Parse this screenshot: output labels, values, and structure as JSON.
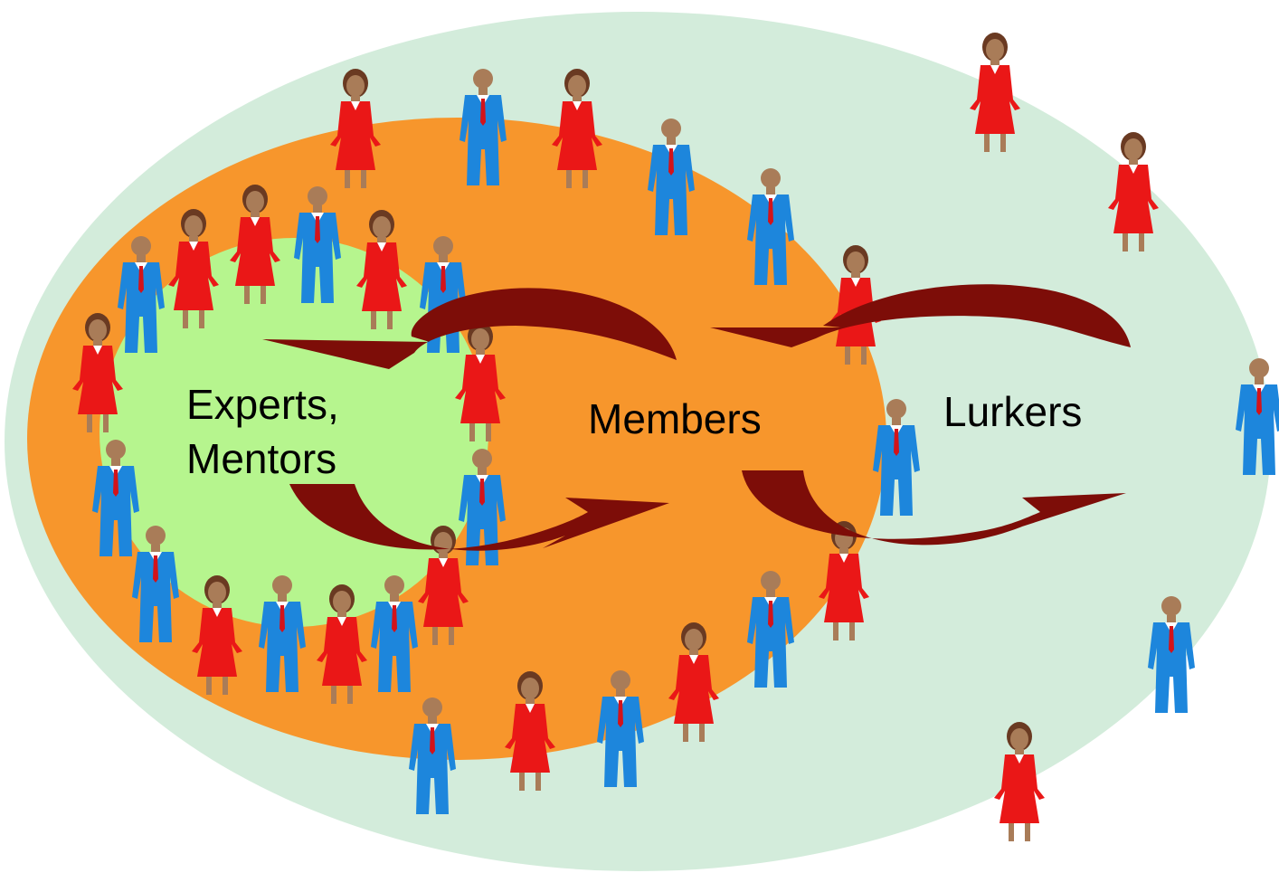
{
  "labels": {
    "experts_line1": "Experts,",
    "experts_line2": "Mentors",
    "members": "Members",
    "lurkers": "Lurkers"
  },
  "colors": {
    "outer_zone": "#d3ecdb",
    "middle_zone": "#f7962c",
    "inner_zone": "#b6f58e",
    "arrow": "#7d0d08",
    "woman_dress": "#ea1717",
    "man_suit": "#1d86dc",
    "skin": "#a97c58",
    "hair": "#6a3a22",
    "tie": "#d3131a"
  },
  "icons": [
    "woman-figure-icon",
    "man-figure-icon",
    "curved-arrow-icon"
  ]
}
